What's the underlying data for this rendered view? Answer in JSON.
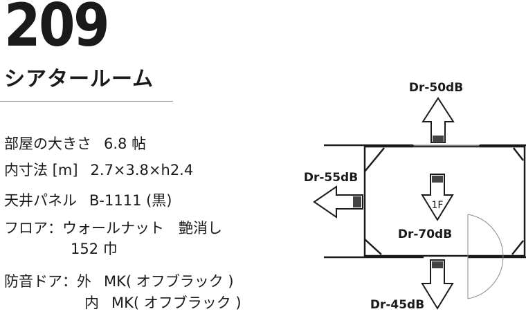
{
  "room": {
    "number": "209",
    "name": "シアタールーム"
  },
  "specs": {
    "size_label": "部屋の大きさ",
    "size_value": "6.8 帖",
    "dims_label": "内寸法 [m]",
    "dims_value": "2.7×3.8×h2.4",
    "ceiling_label": "天井パネル",
    "ceiling_value": "B-1111 (黒)",
    "floor_label": "フロア：",
    "floor_value": "ウォールナット　艶消し",
    "floor_value2": "152 巾",
    "door_label": "防音ドア：",
    "door_outer_label": "外",
    "door_outer_value": "MK( オフブラック )",
    "door_inner_label": "内",
    "door_inner_value": "MK( オフブラック )"
  },
  "diagram": {
    "top_rating": "Dr-50dB",
    "left_rating": "Dr-55dB",
    "floor_rating": "Dr-70dB",
    "floor_label": "1F",
    "bottom_rating": "Dr-45dB"
  }
}
